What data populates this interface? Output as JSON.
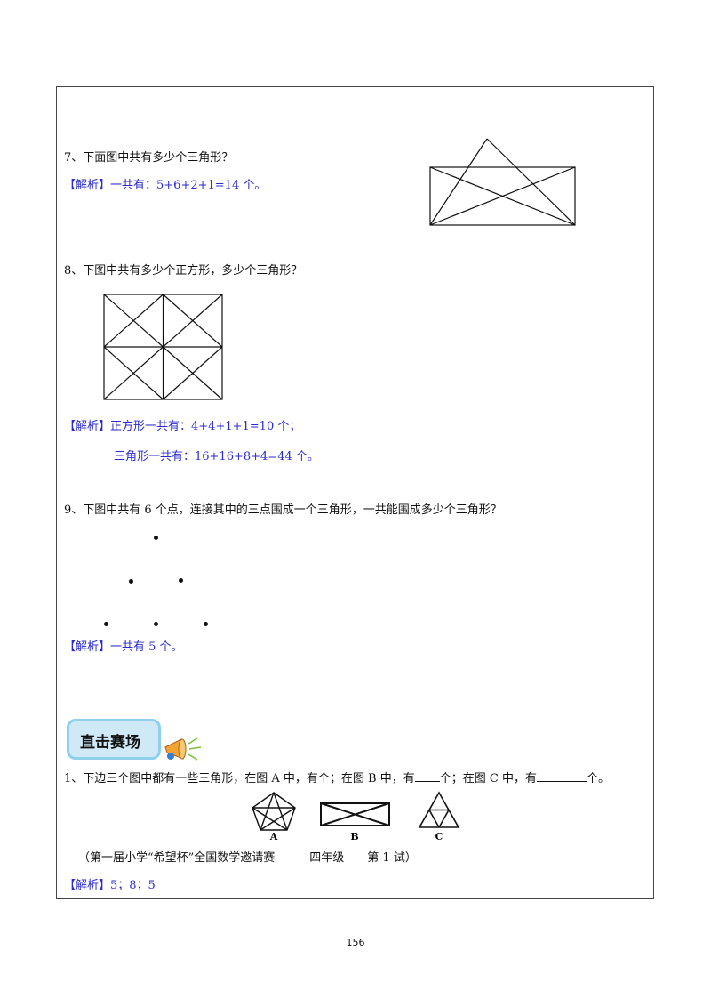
{
  "q7": {
    "question": "7、下面图中共有多少个三角形？",
    "answer_tag": "【解析】",
    "answer": "一共有：5+6+2+1=14 个。"
  },
  "q8": {
    "question": "8、下图中共有多少个正方形，多少个三角形？",
    "answer_tag": "【解析】",
    "answer_line1": "正方形一共有：4+4+1+1=10 个；",
    "answer_line2": "三角形一共有：16+16+8+4=44 个。"
  },
  "q9": {
    "question": "9、下图中共有 6 个点，连接其中的三点围成一个三角形，一共能围成多少个三角形？",
    "answer_tag": "【解析】",
    "answer": "一共有 5 个。"
  },
  "section": {
    "title": "直击赛场",
    "icon": "megaphone-icon"
  },
  "c1": {
    "q_part1": "1、下边三个图中都有一些三角形，在图 A 中，有个；在图 B 中，有",
    "q_part2": "个；在图 C 中，有",
    "q_part3": "个。",
    "figure_labels": [
      "A",
      "B",
      "C"
    ],
    "source": "（第一届小学“希望杯”全国数学邀请赛　　　四年级　　第 1 试）",
    "answer_tag": "【解析】",
    "answer": "5；8；5"
  },
  "footer": {
    "page_number": "156"
  },
  "colors": {
    "answer_blue": "#2a2ad0",
    "badge_fill": "#cfe9f6",
    "badge_border": "#8fd0ec"
  }
}
